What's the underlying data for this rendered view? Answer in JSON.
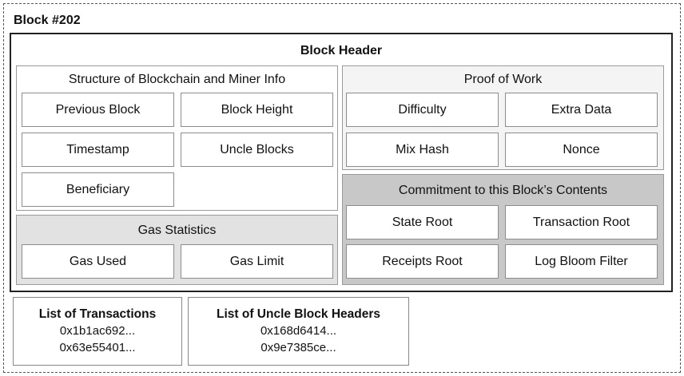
{
  "block": {
    "title": "Block #202"
  },
  "header": {
    "title": "Block Header",
    "structure": {
      "title": "Structure of Blockchain and Miner Info",
      "fields": [
        "Previous Block",
        "Block Height",
        "Timestamp",
        "Uncle Blocks",
        "Beneficiary"
      ]
    },
    "gas": {
      "title": "Gas Statistics",
      "fields": [
        "Gas Used",
        "Gas Limit"
      ]
    },
    "pow": {
      "title": "Proof of Work",
      "fields": [
        "Difficulty",
        "Extra Data",
        "Mix Hash",
        "Nonce"
      ]
    },
    "commitment": {
      "title": "Commitment to this Block’s Contents",
      "fields": [
        "State Root",
        "Transaction Root",
        "Receipts Root",
        "Log Bloom Filter"
      ]
    }
  },
  "transactions": {
    "title": "List of Transactions",
    "items": [
      "0x1b1ac692...",
      "0x63e55401..."
    ]
  },
  "uncles": {
    "title": "List of Uncle Block Headers",
    "items": [
      "0x168d6414...",
      "0x9e7385ce..."
    ]
  }
}
